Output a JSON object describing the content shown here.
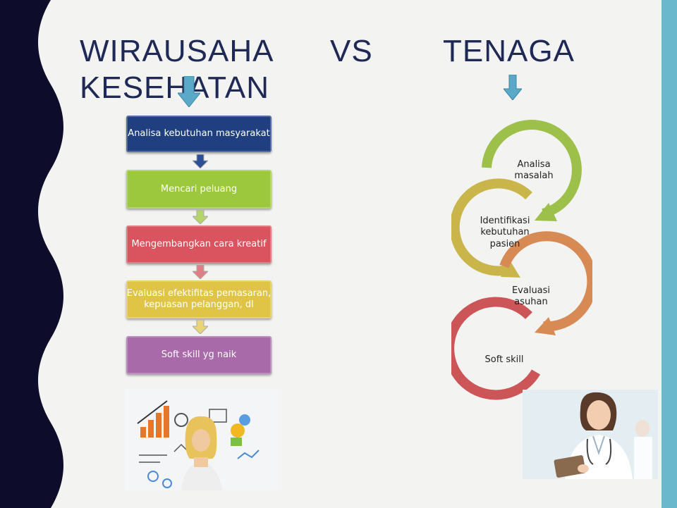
{
  "title": {
    "line1_left": "WIRAUSAHA",
    "line1_mid": "VS",
    "line1_right": "TENAGA",
    "line2": "KESEHATAN"
  },
  "left_flow": [
    {
      "label": "Analisa kebutuhan masyarakat",
      "color": "#1f3f80"
    },
    {
      "label": "Mencari peluang",
      "color": "#9bc83c"
    },
    {
      "label": "Mengembangkan cara kreatif",
      "color": "#d9545f"
    },
    {
      "label": "Evaluasi efektifitas pemasaran, kepuasan pelanggan, dl",
      "color": "#e0c446"
    },
    {
      "label": "Soft skill yg naik",
      "color": "#a86aa8"
    }
  ],
  "right_cycle": [
    {
      "label": "Analisa masalah",
      "color": "#9cc04a"
    },
    {
      "label": "Identifikasi kebutuhan pasien",
      "color": "#c9b54a"
    },
    {
      "label": "Evaluasi asuhan",
      "color": "#d88a55"
    },
    {
      "label": "Soft skill",
      "color": "#cc5558"
    }
  ],
  "colors": {
    "title": "#1e2a55",
    "left_band": "#0d0d2b",
    "right_strip": "#6ab8cc",
    "arrow": "#5aa9c8"
  },
  "images": {
    "left": "entrepreneur-photo",
    "right": "nurse-photo"
  }
}
